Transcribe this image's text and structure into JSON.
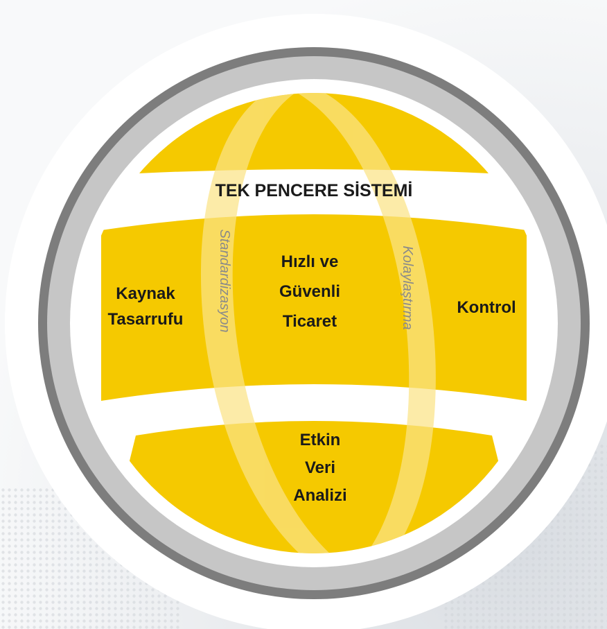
{
  "diagram": {
    "title": "TEK PENCERE SİSTEMİ",
    "meridian_labels": {
      "left": "Standardizasyon",
      "right": "Kolaylaştırma"
    },
    "segments": {
      "left": [
        "Kaynak",
        "Tasarrufu"
      ],
      "center": [
        "Hızlı ve",
        "Güvenli",
        "Ticaret"
      ],
      "right": [
        "Kontrol"
      ],
      "bottom": [
        "Etkin",
        "Veri",
        "Analizi"
      ]
    }
  },
  "colors": {
    "globe_yellow": "#f5c900",
    "band_yellow": "#fbe386",
    "ring_outer": "#7d7d7d",
    "ring_inner": "#c6c6c6",
    "background_gray": "#e9ebee",
    "text_dark": "#1a1a1a",
    "band_text": "#8a8a8a"
  }
}
